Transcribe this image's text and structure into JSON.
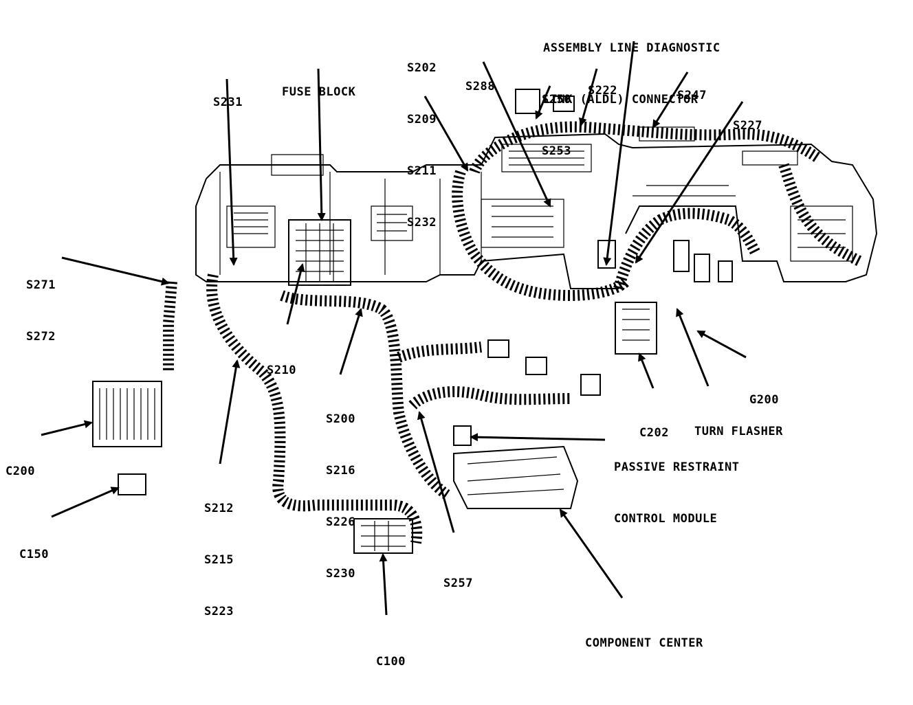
{
  "diagram": {
    "labels": {
      "aldl": [
        "ASSEMBLY LINE DIAGNOSTIC",
        "LINK (ALDL) CONNECTOR"
      ],
      "fuse_block": [
        "FUSE BLOCK"
      ],
      "s231": [
        "S231"
      ],
      "s202_group": [
        "S202",
        "S209",
        "S211",
        "S232"
      ],
      "s288": [
        "S288"
      ],
      "s250_group": [
        "S250",
        "S253"
      ],
      "s222": [
        "S222"
      ],
      "s247": [
        "S247"
      ],
      "s227": [
        "S227"
      ],
      "s271_group": [
        "S271",
        "S272"
      ],
      "s210": [
        "S210"
      ],
      "s200_group": [
        "S200",
        "S216",
        "S226",
        "S230"
      ],
      "g200": [
        "G200"
      ],
      "c202": [
        "C202"
      ],
      "turn_flasher": [
        "TURN FLASHER"
      ],
      "passive_restraint": [
        "PASSIVE RESTRAINT",
        "CONTROL MODULE"
      ],
      "c200": [
        "C200"
      ],
      "s212_group": [
        "S212",
        "S215",
        "S223"
      ],
      "c150": [
        "C150"
      ],
      "s257": [
        "S257"
      ],
      "component_center": [
        "COMPONENT CENTER"
      ],
      "c100": [
        "C100"
      ]
    }
  }
}
